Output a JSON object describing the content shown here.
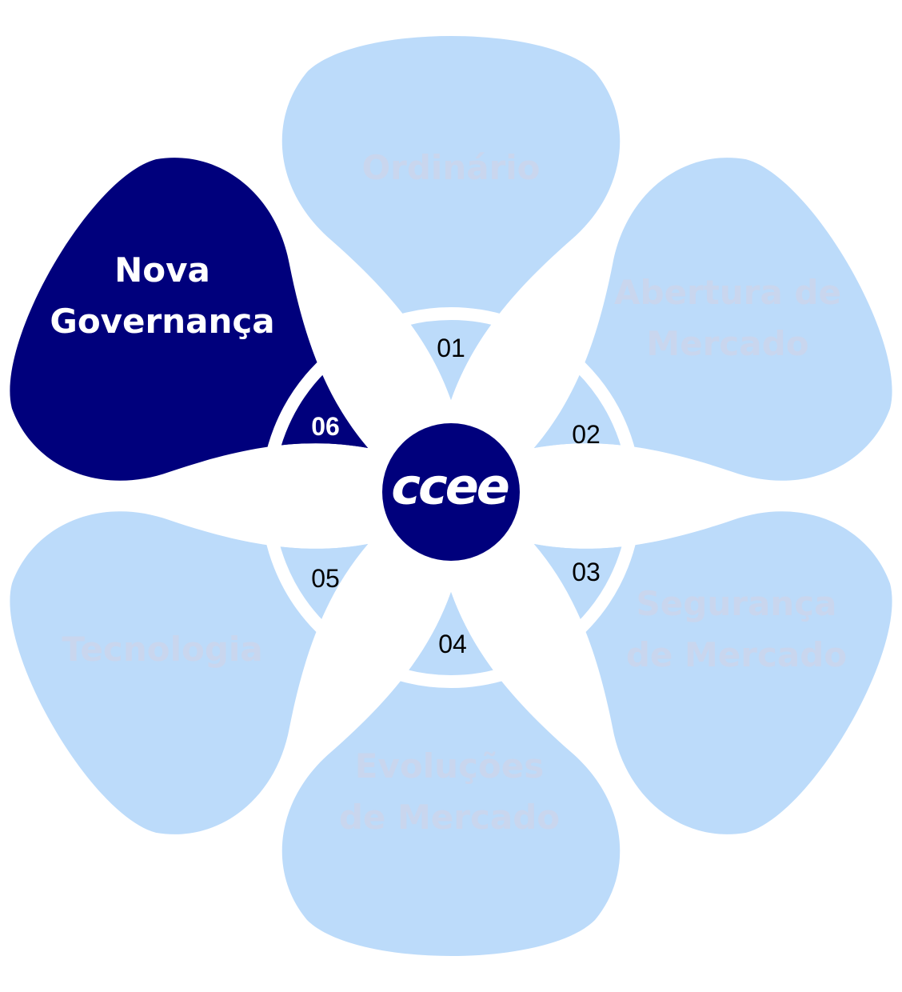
{
  "logo": {
    "text": "ccee"
  },
  "colors": {
    "light": "#bcdbfa",
    "dark": "#00007c",
    "light_text": "#c9d6ee",
    "dark_text": "#ffffff",
    "number_text": "#000000"
  },
  "petals": [
    {
      "number": "01",
      "title_lines": [
        "Ordinário"
      ],
      "active": false
    },
    {
      "number": "02",
      "title_lines": [
        "Abertura de",
        "Mercado"
      ],
      "active": false
    },
    {
      "number": "03",
      "title_lines": [
        "Segurança",
        "de Mercado"
      ],
      "active": false
    },
    {
      "number": "04",
      "title_lines": [
        "Evoluções",
        "de Mercado"
      ],
      "active": false
    },
    {
      "number": "05",
      "title_lines": [
        "Tecnologia"
      ],
      "active": false
    },
    {
      "number": "06",
      "title_lines": [
        "Nova",
        "Governança"
      ],
      "active": true
    }
  ]
}
